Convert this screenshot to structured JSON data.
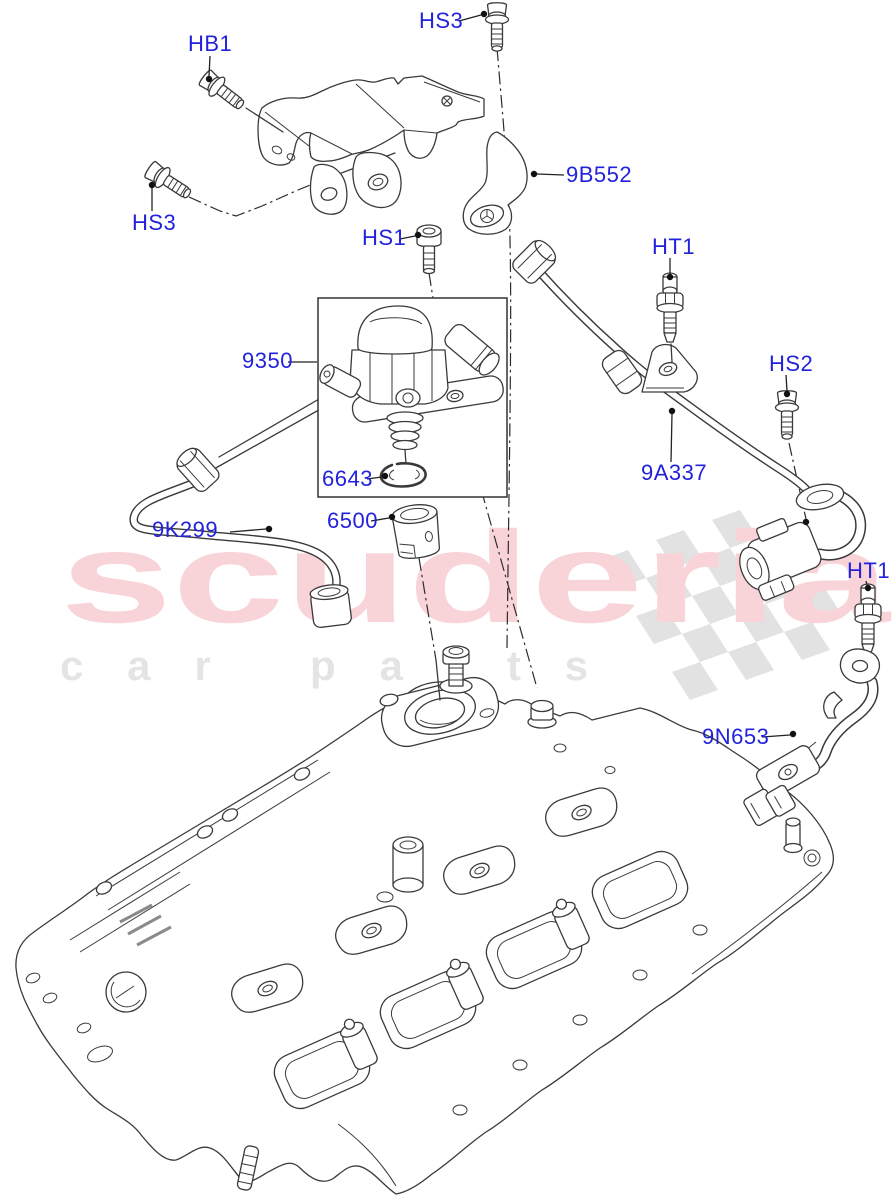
{
  "diagram": {
    "title": "fuel system exploded parts diagram",
    "label_color": "#2222DC",
    "line_color": "#3a3a3a",
    "labels": [
      {
        "id": "hb1",
        "text": "HB1"
      },
      {
        "id": "hs3-upper",
        "text": "HS3"
      },
      {
        "id": "hs3-left",
        "text": "HS3"
      },
      {
        "id": "hs1",
        "text": "HS1"
      },
      {
        "id": "9b552",
        "text": "9B552"
      },
      {
        "id": "ht1-upper",
        "text": "HT1"
      },
      {
        "id": "hs2",
        "text": "HS2"
      },
      {
        "id": "9350",
        "text": "9350"
      },
      {
        "id": "6643",
        "text": "6643"
      },
      {
        "id": "6500",
        "text": "6500"
      },
      {
        "id": "9k299",
        "text": "9K299"
      },
      {
        "id": "9a337",
        "text": "9A337"
      },
      {
        "id": "ht1-lower",
        "text": "HT1"
      },
      {
        "id": "9n653",
        "text": "9N653"
      }
    ],
    "watermark": {
      "brand": "scuderia",
      "subtitle": "car parts",
      "brand_color": "#f8d3d8",
      "subtitle_color": "#e4e4e4",
      "flag_color": "#e2e2e2"
    }
  }
}
